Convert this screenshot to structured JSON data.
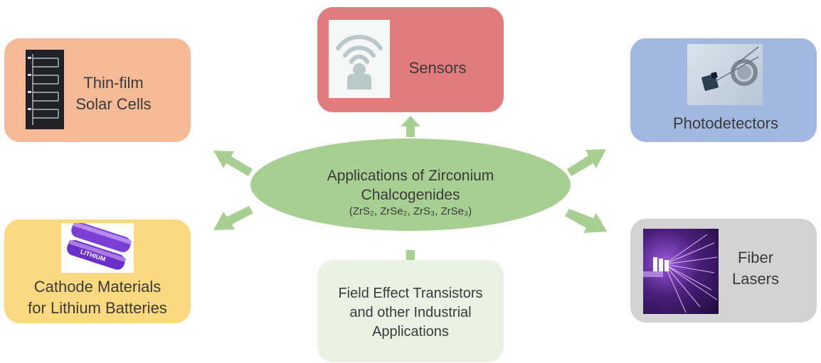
{
  "center": {
    "title_line1": "Applications of Zirconium",
    "title_line2": "Chalcogenides",
    "subtitle": "(ZrS₂, ZrSe₂, ZrS₃, ZrSe₃)",
    "color": "#a8cf92"
  },
  "nodes": {
    "solar": {
      "line1": "Thin-film",
      "line2": "Solar Cells",
      "color": "#f5bb97",
      "icon": "solar-cell-icon"
    },
    "sensors": {
      "label": "Sensors",
      "color": "#e07c7c",
      "icon": "wireless-sensor-icon"
    },
    "photodetectors": {
      "label": "Photodetectors",
      "color": "#a3b8e0",
      "icon": "photodetector-icon"
    },
    "batteries": {
      "line1": "Cathode Materials",
      "line2": "for Lithium Batteries",
      "color": "#fcd97e",
      "icon": "battery-icon",
      "image_text": "LITHIUM"
    },
    "fet": {
      "line1": "Field Effect Transistors",
      "line2": "and other Industrial",
      "line3": "Applications",
      "color": "#eaf3e3"
    },
    "lasers": {
      "line1": "Fiber",
      "line2": "Lasers",
      "color": "#d3d3d3",
      "icon": "fiber-laser-icon"
    }
  },
  "arrow_color": "#a8cf92"
}
